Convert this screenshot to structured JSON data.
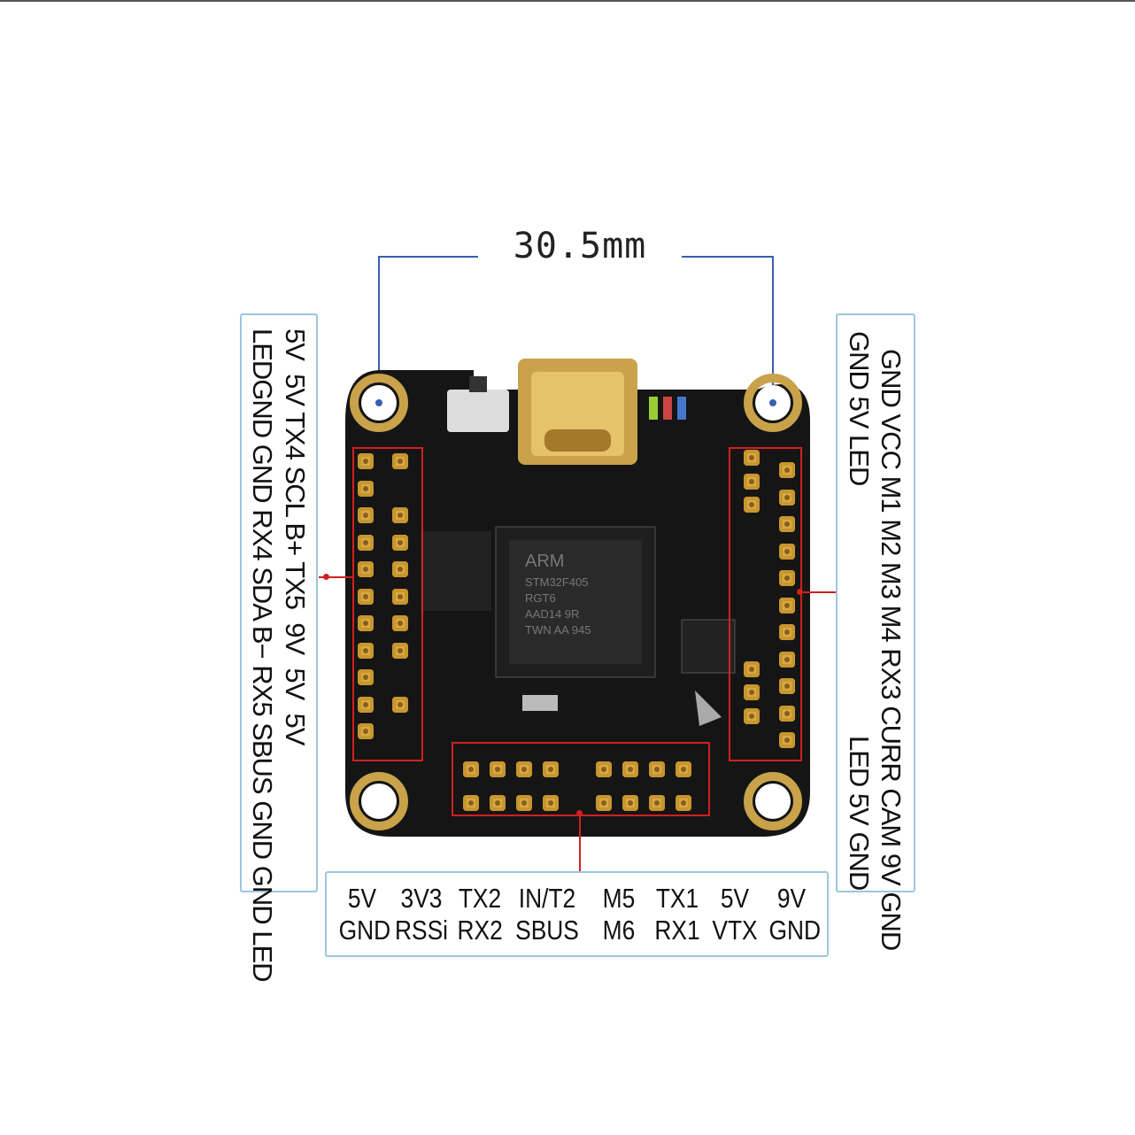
{
  "dimension": {
    "label": "30.5mm"
  },
  "left_labels": {
    "line1": "5V  5V TX4 SCL B+ TX5  9V  5V  5V",
    "line2": "LEDGND GND RX4 SDA B− RX5 SBUS GND GND LED"
  },
  "right_labels": {
    "line1": "GND VCC M1 M2 M3 M4 RX3 CURR CAM 9V GND",
    "line2_top": "GND 5V LED",
    "line2_bottom": "LED 5V GND"
  },
  "bottom_labels": {
    "top": [
      "5V",
      "3V3",
      "TX2",
      "IN/T2",
      "M5",
      "TX1",
      "5V",
      "9V"
    ],
    "bottom": [
      "GND",
      "RSSi",
      "RX2",
      "SBUS",
      "M6",
      "RX1",
      "VTX",
      "GND"
    ]
  },
  "chip": {
    "brand": "ARM",
    "model": "STM32F405",
    "line2": "RGT6",
    "line3": "AAD14 9R",
    "line4": "TWN AA 945"
  },
  "colors": {
    "board": "#141414",
    "pad": "#d6a944",
    "callout": "#d02020",
    "box_border": "#9cc6e0",
    "dimension": "#3a5fb0"
  }
}
